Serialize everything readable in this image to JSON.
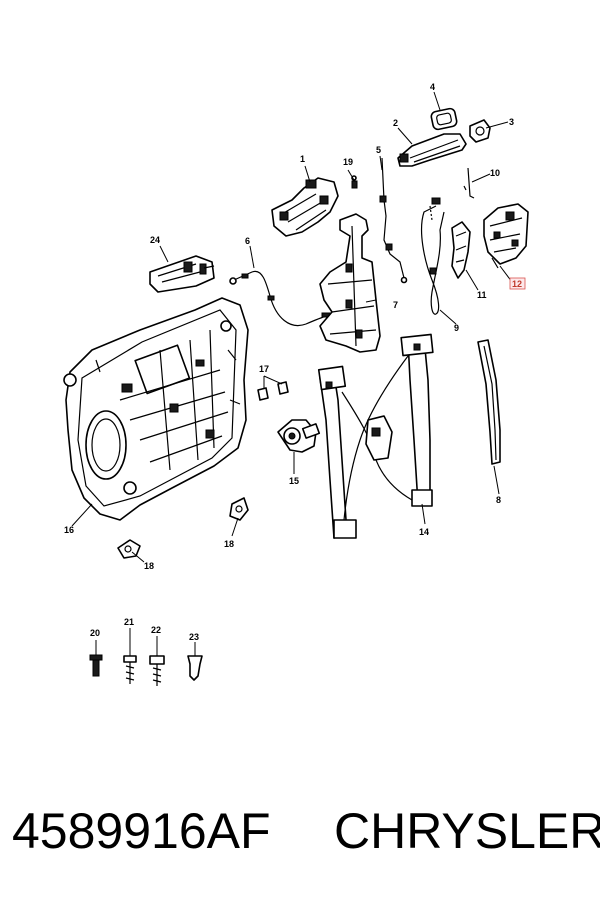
{
  "callouts": [
    {
      "id": "c1",
      "label": "1"
    },
    {
      "id": "c2",
      "label": "2"
    },
    {
      "id": "c3",
      "label": "3"
    },
    {
      "id": "c4",
      "label": "4"
    },
    {
      "id": "c5",
      "label": "5"
    },
    {
      "id": "c6",
      "label": "6"
    },
    {
      "id": "c7",
      "label": "7"
    },
    {
      "id": "c8",
      "label": "8"
    },
    {
      "id": "c9",
      "label": "9"
    },
    {
      "id": "c10",
      "label": "10"
    },
    {
      "id": "c11",
      "label": "11"
    },
    {
      "id": "c12",
      "label": "12"
    },
    {
      "id": "c14",
      "label": "14"
    },
    {
      "id": "c15",
      "label": "15"
    },
    {
      "id": "c16",
      "label": "16"
    },
    {
      "id": "c17",
      "label": "17"
    },
    {
      "id": "c18a",
      "label": "18"
    },
    {
      "id": "c18b",
      "label": "18"
    },
    {
      "id": "c19",
      "label": "19"
    },
    {
      "id": "c20",
      "label": "20"
    },
    {
      "id": "c21",
      "label": "21"
    },
    {
      "id": "c22",
      "label": "22"
    },
    {
      "id": "c23",
      "label": "23"
    },
    {
      "id": "c24",
      "label": "24"
    }
  ],
  "highlight": {
    "label": "12",
    "color": "#d9534f"
  },
  "footer": {
    "part_number": "4589916AF",
    "brand": "CHRYSLER"
  }
}
